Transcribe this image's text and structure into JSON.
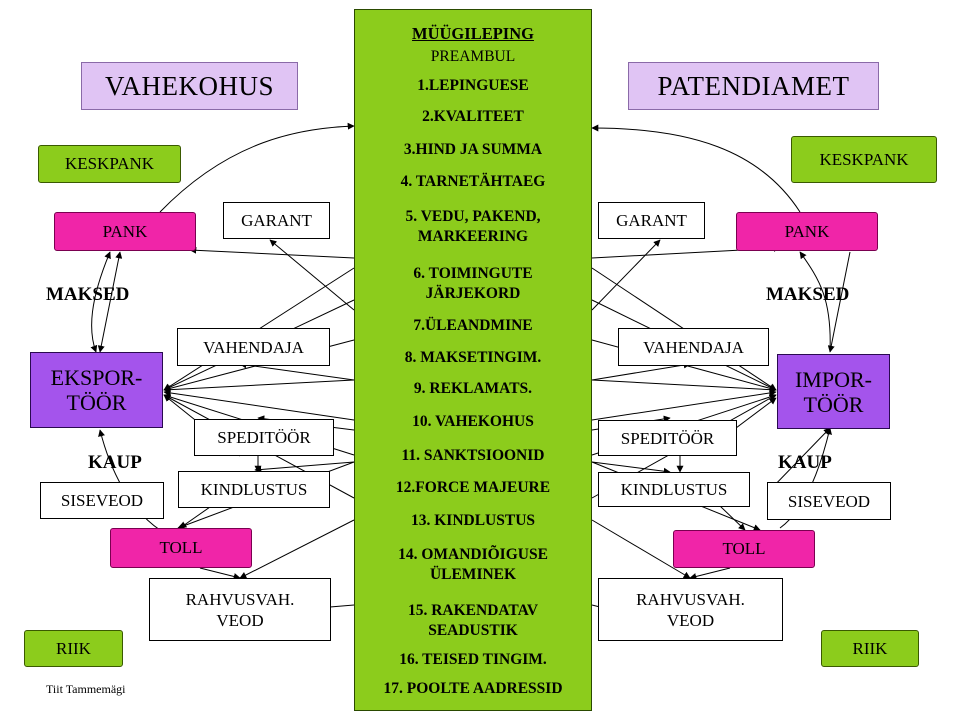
{
  "contract": {
    "title": "MÜÜGILEPING",
    "preamble": "PREAMBUL",
    "items": [
      "1.LEPINGUESE",
      "2.KVALITEET",
      "3.HIND JA SUMMA",
      "4. TARNETÄHTAEG",
      "5. VEDU, PAKEND,\nMARKEERING",
      "6. TOIMINGUTE\nJÄRJEKORD",
      "7.ÜLEANDMINE",
      "8. MAKSETINGIM.",
      "9. REKLAMATS.",
      "10. VAHEKOHUS",
      "11. SANKTSIOONID",
      "12.FORCE MAJEURE",
      "13. KINDLUSTUS",
      "14. OMANDIÕIGUSE\nÜLEMINEK",
      "15. RAKENDATAV\nSEADUSTIK",
      "16. TEISED TINGIM.",
      "17. POOLTE AADRESSID"
    ]
  },
  "left": {
    "court": "VAHEKOHUS",
    "central_bank": "KESKPANK",
    "bank": "PANK",
    "guarantor": "GARANT",
    "payments_label": "MAKSED",
    "intermediary": "VAHENDAJA",
    "party": "EKSPOR-\nTÖÖR",
    "forwarder": "SPEDITÖÖR",
    "goods_label": "KAUP",
    "insurance": "KINDLUSTUS",
    "domestic_transport": "SISEVEOD",
    "customs": "TOLL",
    "international_transport": "RAHVUSVAH.\nVEOD",
    "state": "RIIK"
  },
  "right": {
    "patent_office": "PATENDIAMET",
    "central_bank": "KESKPANK",
    "bank": "PANK",
    "guarantor": "GARANT",
    "payments_label": "MAKSED",
    "intermediary": "VAHENDAJA",
    "party": "IMPOR-\nTÖÖR",
    "forwarder": "SPEDITÖÖR",
    "goods_label": "KAUP",
    "insurance": "KINDLUSTUS",
    "domestic_transport": "SISEVEOD",
    "customs": "TOLL",
    "international_transport": "RAHVUSVAH.\nVEOD",
    "state": "RIIK"
  },
  "author": "Tiit Tammemägi",
  "colors": {
    "contract": "#8ccc1c",
    "lavender": "#e0c4f4",
    "pink": "#f025a8",
    "purple": "#a454ec",
    "green": "#8ccc1c"
  }
}
